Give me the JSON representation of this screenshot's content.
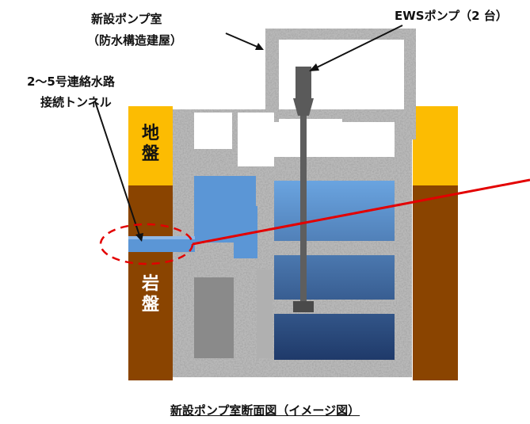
{
  "labels": {
    "new_pump_room": "新設ポンプ室",
    "new_pump_room_sub": "（防水構造建屋）",
    "ews_pump": "EWSポンプ（2 台）",
    "tunnel_line1": "2～5号連絡水路",
    "tunnel_line2": "接続トンネル",
    "ground_soil": "地盤",
    "ground_rock": "岩盤"
  },
  "caption": "新設ポンプ室断面図（イメージ図）",
  "colors": {
    "soil": "#fcbc02",
    "rock": "#8a4400",
    "concrete": "#b8b8b8",
    "water_top": "#5b96d6",
    "water_bottom": "#1f3a6a",
    "pump": "#5a5a5a",
    "highlight_line": "#e30000",
    "highlight_ring": "#e30000"
  },
  "icons": [
    "ews-pump-icon",
    "tunnel-pipe-icon"
  ]
}
